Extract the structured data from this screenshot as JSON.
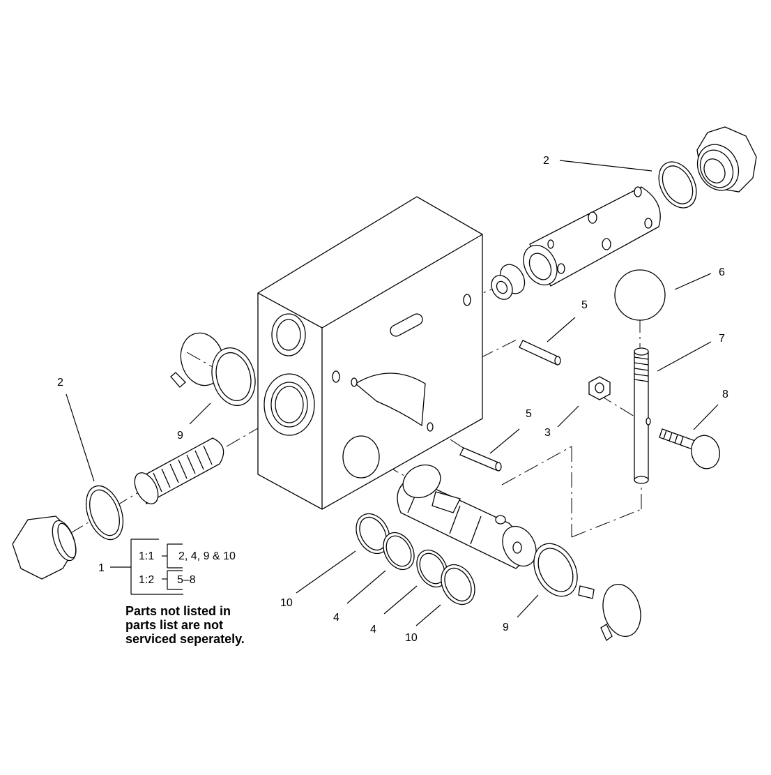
{
  "labels": {
    "l2_top": "2",
    "l2_left": "2",
    "l3": "3",
    "l4_a": "4",
    "l4_b": "4",
    "l5_top": "5",
    "l5_bottom": "5",
    "l6": "6",
    "l7": "7",
    "l8": "8",
    "l9_left": "9",
    "l9_bottom": "9",
    "l10_a": "10",
    "l10_b": "10",
    "l1": "1"
  },
  "kit_tree": {
    "ratio_a": "1:1",
    "parts_a": "2, 4, 9 & 10",
    "ratio_b": "1:2",
    "parts_b": "5–8"
  },
  "note": {
    "line1": "Parts not listed in",
    "line2": "parts list are not",
    "line3": "serviced seperately."
  }
}
